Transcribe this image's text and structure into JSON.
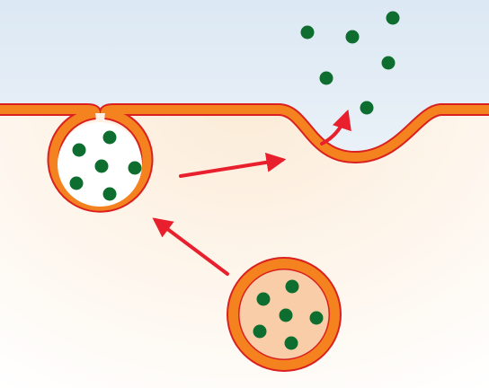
{
  "colors": {
    "extracellular_top": "#DCE8F3",
    "extracellular_bottom": "#EAF1F8",
    "cytoplasm_top": "#FCEBD7",
    "cytoplasm_bottom": "#FFFFFF",
    "membrane_outline": "#DA2020",
    "membrane_fill": "#F4831F",
    "vesicle_lumen": "#FFFFFF",
    "vesicle_lumen_filled": "#F9CDA8",
    "molecule": "#0E6E2F",
    "arrow": "#E8202E"
  },
  "figure": {
    "steps": [
      "vesicle-transport",
      "vesicle-docking",
      "membrane-fusion",
      "molecule-release"
    ]
  }
}
